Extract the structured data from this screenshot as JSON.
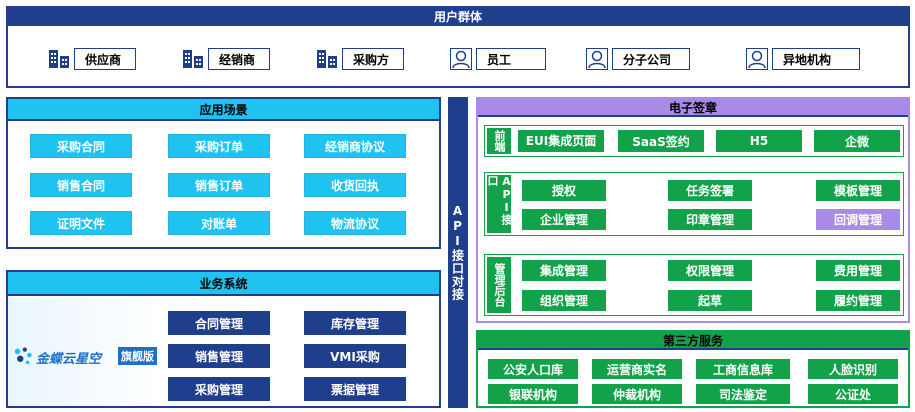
{
  "user_group": {
    "title": "用户群体",
    "items": [
      {
        "label": "供应商",
        "icon": "building-icon"
      },
      {
        "label": "经销商",
        "icon": "building-icon"
      },
      {
        "label": "采购方",
        "icon": "building-icon"
      },
      {
        "label": "员工",
        "icon": "person-icon"
      },
      {
        "label": "分子公司",
        "icon": "person-icon"
      },
      {
        "label": "异地机构",
        "icon": "person-icon"
      }
    ]
  },
  "scenarios": {
    "title": "应用场景",
    "items": [
      "采购合同",
      "采购订单",
      "经销商协议",
      "销售合同",
      "销售订单",
      "收货回执",
      "证明文件",
      "对账单",
      "物流协议"
    ]
  },
  "business": {
    "title": "业务系统",
    "logo_text": "金蝶云星空",
    "logo_badge": "旗舰版",
    "items": [
      "合同管理",
      "库存管理",
      "销售管理",
      "VMI采购",
      "采购管理",
      "票据管理"
    ]
  },
  "api_connect": {
    "label": "API接口对接"
  },
  "esign": {
    "title": "电子签章",
    "frontend": {
      "label": "前端",
      "items": [
        "EUI集成页面",
        "SaaS签约",
        "H5",
        "企微"
      ]
    },
    "api": {
      "label": "API接口",
      "items": [
        "授权",
        "任务签署",
        "模板管理",
        "企业管理",
        "印章管理",
        "回调管理"
      ]
    },
    "admin": {
      "label": "管理后台",
      "items": [
        "集成管理",
        "权限管理",
        "费用管理",
        "组织管理",
        "起草",
        "履约管理"
      ]
    }
  },
  "third_party": {
    "title": "第三方服务",
    "items": [
      "公安人口库",
      "运营商实名",
      "工商信息库",
      "人脸识别",
      "银联机构",
      "仲裁机构",
      "司法鉴定",
      "公证处"
    ]
  },
  "colors": {
    "navy": "#1f3e8c",
    "cyan": "#1fc3f0",
    "green": "#12a34a",
    "purple": "#a98be6"
  }
}
